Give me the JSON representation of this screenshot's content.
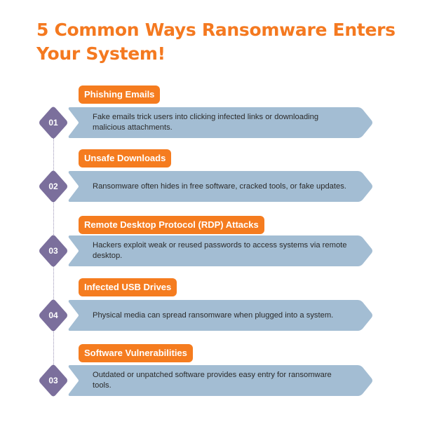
{
  "title": "5 Common Ways Ransomware Enters Your System!",
  "colors": {
    "title": "#f47920",
    "label_bg": "#f57c1f",
    "banner_bg": "#a3bdd3",
    "diamond_bg": "#7b6f9c",
    "connector": "#9a93b5"
  },
  "steps": [
    {
      "number": "01",
      "label": "Phishing Emails",
      "description": "Fake emails trick users into clicking infected links or downloading malicious attachments."
    },
    {
      "number": "02",
      "label": "Unsafe Downloads",
      "description": "Ransomware often hides in free software, cracked tools, or fake updates."
    },
    {
      "number": "03",
      "label": "Remote Desktop Protocol (RDP) Attacks",
      "description": "Hackers exploit weak or reused passwords to access systems via remote desktop."
    },
    {
      "number": "04",
      "label": "Infected USB Drives",
      "description": "Physical media can spread ransomware when plugged into a system."
    },
    {
      "number": "03",
      "label": "Software Vulnerabilities",
      "description": "Outdated or unpatched software provides easy entry for ransomware tools."
    }
  ]
}
